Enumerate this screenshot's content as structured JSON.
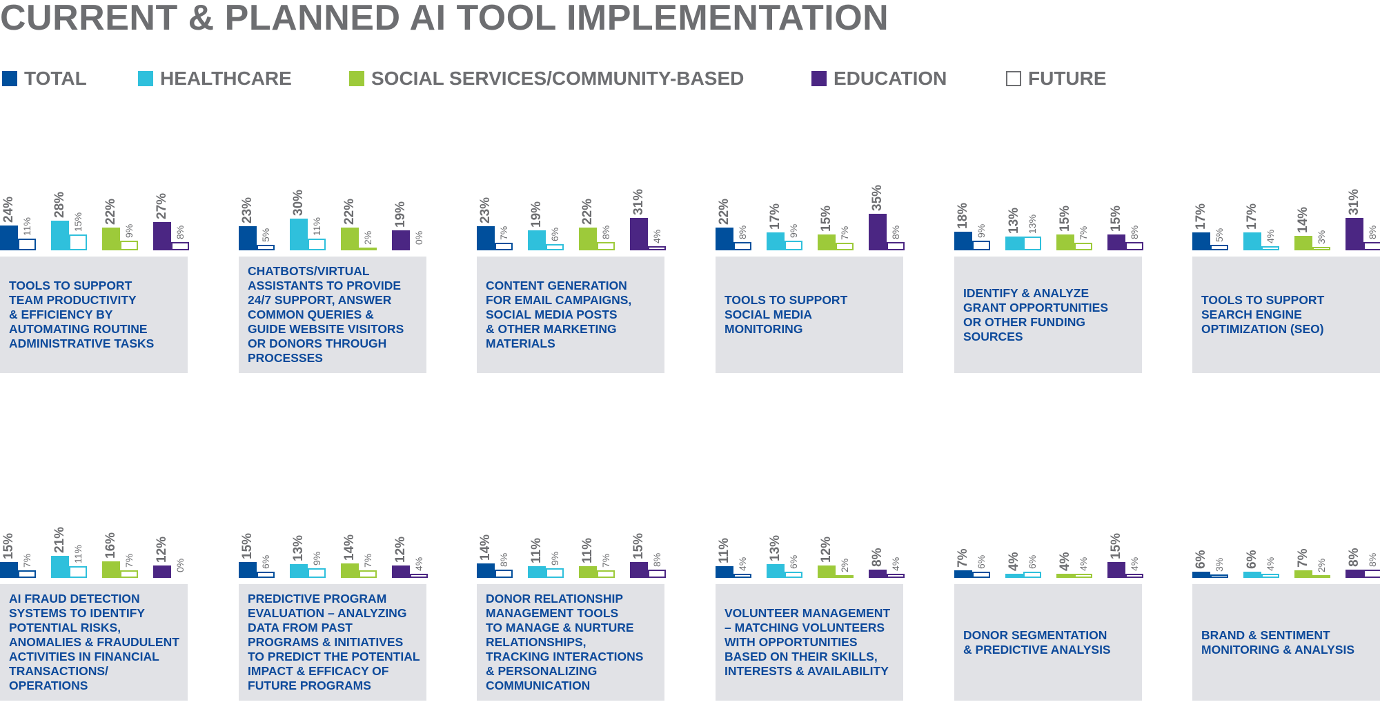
{
  "chart_data": {
    "type": "bar",
    "title": "CURRENT & PLANNED AI TOOL IMPLEMENTATION",
    "legend": [
      {
        "key": "total",
        "label": "TOTAL",
        "color": "#004f9c"
      },
      {
        "key": "healthcare",
        "label": "HEALTHCARE",
        "color": "#2fc0dc"
      },
      {
        "key": "social",
        "label": "SOCIAL SERVICES/COMMUNITY-BASED",
        "color": "#9dca3a"
      },
      {
        "key": "education",
        "label": "EDUCATION",
        "color": "#4b2683"
      },
      {
        "key": "future",
        "label": "FUTURE",
        "color": "#6d6e71"
      }
    ],
    "unit": "%",
    "panels": [
      {
        "title_lines": [
          "TOOLS TO SUPPORT",
          "TEAM PRODUCTIVITY",
          "& EFFICIENCY BY",
          "AUTOMATING ROUTINE",
          "ADMINISTRATIVE TASKS"
        ],
        "current": [
          24,
          28,
          22,
          27
        ],
        "future": [
          11,
          15,
          9,
          8
        ]
      },
      {
        "title_lines": [
          "CHATBOTS/VIRTUAL",
          "ASSISTANTS TO PROVIDE",
          "24/7 SUPPORT, ANSWER",
          "COMMON QUERIES &",
          "GUIDE WEBSITE VISITORS",
          "OR DONORS THROUGH",
          "PROCESSES"
        ],
        "current": [
          23,
          30,
          22,
          19
        ],
        "future": [
          5,
          11,
          2,
          0
        ]
      },
      {
        "title_lines": [
          "CONTENT GENERATION",
          "FOR EMAIL CAMPAIGNS,",
          "SOCIAL MEDIA POSTS",
          "& OTHER MARKETING",
          "MATERIALS"
        ],
        "current": [
          23,
          19,
          22,
          31
        ],
        "future": [
          7,
          6,
          8,
          4
        ]
      },
      {
        "title_lines": [
          "TOOLS TO SUPPORT",
          "SOCIAL MEDIA",
          "MONITORING"
        ],
        "current": [
          22,
          17,
          15,
          35
        ],
        "future": [
          8,
          9,
          7,
          8
        ]
      },
      {
        "title_lines": [
          "IDENTIFY & ANALYZE",
          "GRANT OPPORTUNITIES",
          "OR OTHER FUNDING",
          "SOURCES"
        ],
        "current": [
          18,
          13,
          15,
          15
        ],
        "future": [
          9,
          13,
          7,
          8
        ]
      },
      {
        "title_lines": [
          "TOOLS TO SUPPORT",
          "SEARCH ENGINE",
          "OPTIMIZATION (SEO)"
        ],
        "current": [
          17,
          17,
          14,
          31
        ],
        "future": [
          5,
          4,
          3,
          8
        ]
      },
      {
        "title_lines": [
          "AI FRAUD DETECTION",
          "SYSTEMS TO IDENTIFY",
          "POTENTIAL RISKS,",
          "ANOMALIES & FRAUDULENT",
          "ACTIVITIES IN FINANCIAL",
          "TRANSACTIONS/",
          "OPERATIONS"
        ],
        "current": [
          15,
          21,
          16,
          12
        ],
        "future": [
          7,
          11,
          7,
          0
        ]
      },
      {
        "title_lines": [
          "PREDICTIVE PROGRAM",
          "EVALUATION – ANALYZING",
          "DATA FROM PAST",
          "PROGRAMS & INITIATIVES",
          "TO PREDICT THE POTENTIAL",
          "IMPACT & EFFICACY OF",
          "FUTURE PROGRAMS"
        ],
        "current": [
          15,
          13,
          14,
          12
        ],
        "future": [
          6,
          9,
          7,
          4
        ]
      },
      {
        "title_lines": [
          "DONOR RELATIONSHIP",
          "MANAGEMENT TOOLS",
          "TO MANAGE & NURTURE",
          "RELATIONSHIPS,",
          "TRACKING INTERACTIONS",
          "& PERSONALIZING",
          "COMMUNICATION"
        ],
        "current": [
          14,
          11,
          11,
          15
        ],
        "future": [
          8,
          9,
          7,
          8
        ]
      },
      {
        "title_lines": [
          "VOLUNTEER MANAGEMENT",
          "– MATCHING VOLUNTEERS",
          "WITH OPPORTUNITIES",
          "BASED ON THEIR SKILLS,",
          "INTERESTS & AVAILABILITY"
        ],
        "current": [
          11,
          13,
          12,
          8
        ],
        "future": [
          4,
          6,
          2,
          4
        ]
      },
      {
        "title_lines": [
          "DONOR SEGMENTATION",
          "& PREDICTIVE ANALYSIS"
        ],
        "current": [
          7,
          4,
          4,
          15
        ],
        "future": [
          6,
          6,
          4,
          4
        ]
      },
      {
        "title_lines": [
          "BRAND & SENTIMENT",
          "MONITORING & ANALYSIS"
        ],
        "current": [
          6,
          6,
          7,
          8
        ],
        "future": [
          3,
          4,
          2,
          8
        ]
      }
    ]
  }
}
